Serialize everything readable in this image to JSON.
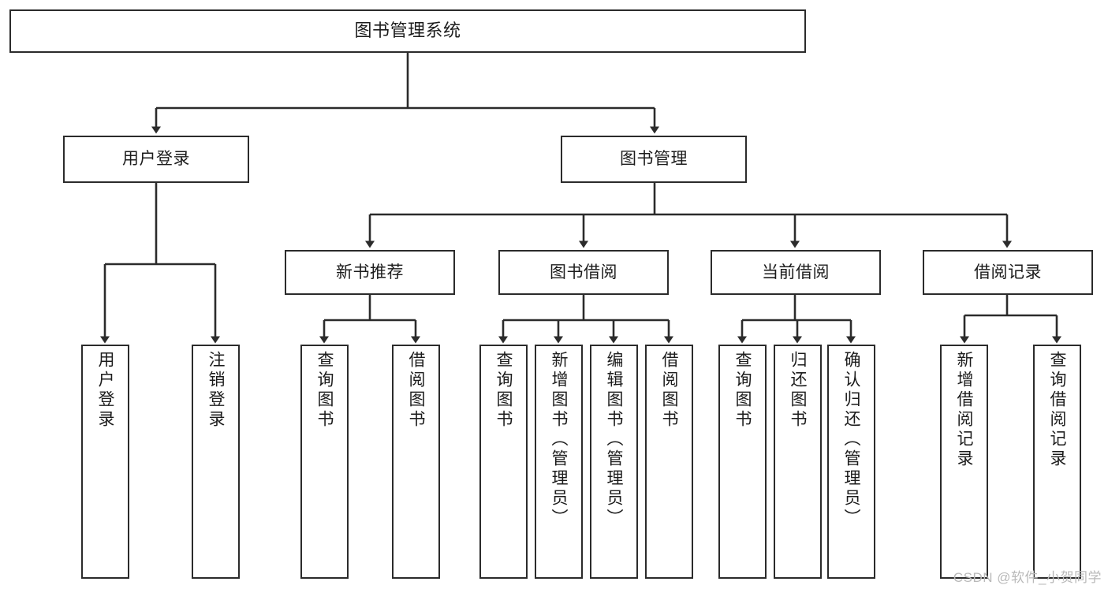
{
  "diagram": {
    "title": "图书管理系统",
    "watermark": "CSDN @软件_小贺同学",
    "stroke_color": "#2b2b2b",
    "background_color": "#ffffff",
    "text_color": "#1c1c1c",
    "levels": {
      "level1": [
        "图书管理系统"
      ],
      "level2": [
        "用户登录",
        "图书管理"
      ],
      "level3": [
        "新书推荐",
        "图书借阅",
        "当前借阅",
        "借阅记录"
      ],
      "level4": [
        "用户登录",
        "注销登录",
        "查询图书",
        "借阅图书",
        "查询图书",
        "新增图书（管理员）",
        "编辑图书（管理员）",
        "借阅图书",
        "查询图书",
        "归还图书",
        "确认归还（管理员）",
        "新增借阅记录",
        "查询借阅记录"
      ]
    },
    "nodes": {
      "root": {
        "label": "图书管理系统"
      },
      "user_login": {
        "label": "用户登录"
      },
      "book_manage": {
        "label": "图书管理"
      },
      "new_book_rec": {
        "label": "新书推荐"
      },
      "book_borrow": {
        "label": "图书借阅"
      },
      "current_borrow": {
        "label": "当前借阅"
      },
      "borrow_record": {
        "label": "借阅记录"
      },
      "leaf_user_login": {
        "label": "用户登录"
      },
      "leaf_logout": {
        "label": "注销登录"
      },
      "leaf_query_book_1": {
        "label": "查询图书"
      },
      "leaf_borrow_book_1": {
        "label": "借阅图书"
      },
      "leaf_query_book_2": {
        "label": "查询图书"
      },
      "leaf_add_book": {
        "label": "新增图书（管理员）"
      },
      "leaf_edit_book": {
        "label": "编辑图书（管理员）"
      },
      "leaf_borrow_book_2": {
        "label": "借阅图书"
      },
      "leaf_query_book_3": {
        "label": "查询图书"
      },
      "leaf_return_book": {
        "label": "归还图书"
      },
      "leaf_confirm_return": {
        "label": "确认归还（管理员）"
      },
      "leaf_add_record": {
        "label": "新增借阅记录"
      },
      "leaf_query_record": {
        "label": "查询借阅记录"
      }
    },
    "edges": [
      {
        "from": "root",
        "to": "user_login"
      },
      {
        "from": "root",
        "to": "book_manage"
      },
      {
        "from": "user_login",
        "to": "leaf_user_login"
      },
      {
        "from": "user_login",
        "to": "leaf_logout"
      },
      {
        "from": "book_manage",
        "to": "new_book_rec"
      },
      {
        "from": "book_manage",
        "to": "book_borrow"
      },
      {
        "from": "book_manage",
        "to": "current_borrow"
      },
      {
        "from": "book_manage",
        "to": "borrow_record"
      },
      {
        "from": "new_book_rec",
        "to": "leaf_query_book_1"
      },
      {
        "from": "new_book_rec",
        "to": "leaf_borrow_book_1"
      },
      {
        "from": "book_borrow",
        "to": "leaf_query_book_2"
      },
      {
        "from": "book_borrow",
        "to": "leaf_add_book"
      },
      {
        "from": "book_borrow",
        "to": "leaf_edit_book"
      },
      {
        "from": "book_borrow",
        "to": "leaf_borrow_book_2"
      },
      {
        "from": "current_borrow",
        "to": "leaf_query_book_3"
      },
      {
        "from": "current_borrow",
        "to": "leaf_return_book"
      },
      {
        "from": "current_borrow",
        "to": "leaf_confirm_return"
      },
      {
        "from": "borrow_record",
        "to": "leaf_add_record"
      },
      {
        "from": "borrow_record",
        "to": "leaf_query_record"
      }
    ]
  }
}
